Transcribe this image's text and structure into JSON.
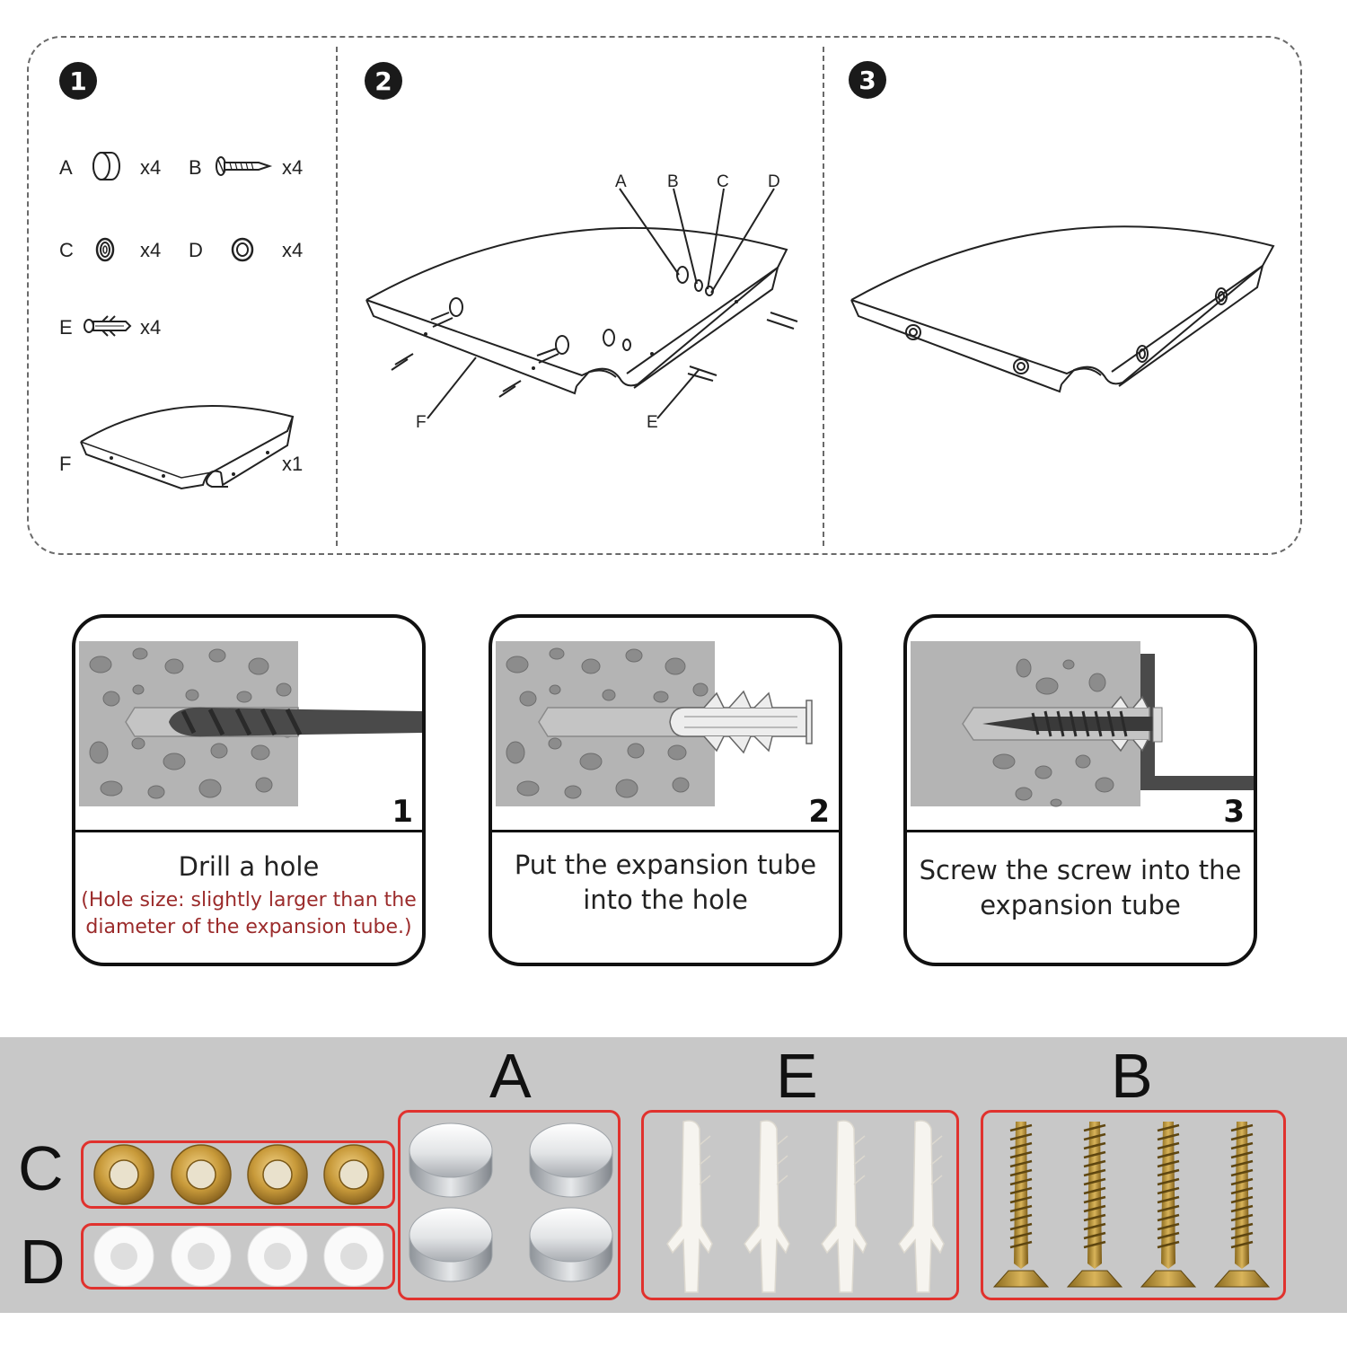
{
  "colors": {
    "frame_dash": "#6a6a6a",
    "note_red": "#9b2b2b",
    "highlight_red": "#e0322e",
    "concrete": "#b4b4b4",
    "photo_bg": "#c8c8c8",
    "brass": "#c89a3a"
  },
  "steps": {
    "step1_badge": "1",
    "step2_badge": "2",
    "step3_badge": "3"
  },
  "parts_list": [
    {
      "letter": "A",
      "qty": "x4",
      "icon": "cap-icon"
    },
    {
      "letter": "B",
      "qty": "x4",
      "icon": "screw-icon"
    },
    {
      "letter": "C",
      "qty": "x4",
      "icon": "washer-icon"
    },
    {
      "letter": "D",
      "qty": "x4",
      "icon": "ring-icon"
    },
    {
      "letter": "E",
      "qty": "x4",
      "icon": "anchor-icon"
    },
    {
      "letter": "F",
      "qty": "x1",
      "icon": "shelf-icon"
    }
  ],
  "callouts": {
    "a": "A",
    "b": "B",
    "c": "C",
    "d": "D",
    "e": "E",
    "f": "F"
  },
  "cards": [
    {
      "number": "1",
      "caption": "Drill a hole",
      "note_line1": "(Hole size: slightly larger than the",
      "note_line2": "diameter of the expansion tube.)"
    },
    {
      "number": "2",
      "caption_line1": "Put the expansion tube",
      "caption_line2": "into the hole"
    },
    {
      "number": "3",
      "caption_line1": "Screw the screw into the",
      "caption_line2": "expansion tube"
    }
  ],
  "photo_labels": {
    "c": "C",
    "d": "D",
    "a": "A",
    "e": "E",
    "b": "B"
  }
}
